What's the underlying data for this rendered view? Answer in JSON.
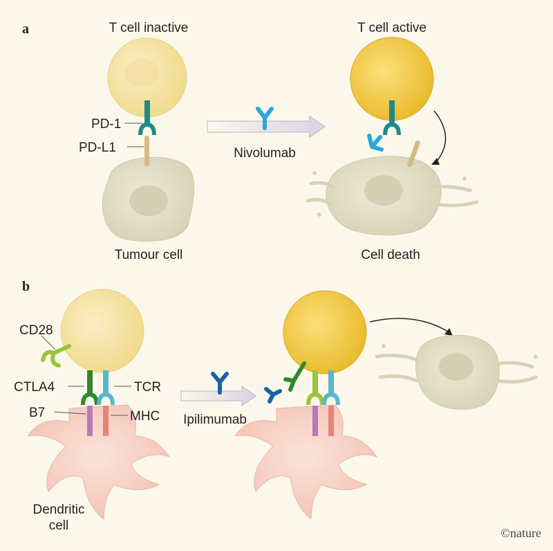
{
  "panels": {
    "a": {
      "label": "a",
      "t_cell_inactive": "T cell inactive",
      "t_cell_active": "T cell active",
      "pd1": "PD-1",
      "pdl1": "PD-L1",
      "drug": "Nivolumab",
      "tumour_cell": "Tumour cell",
      "cell_death": "Cell death"
    },
    "b": {
      "label": "b",
      "cd28": "CD28",
      "ctla4": "CTLA4",
      "tcr": "TCR",
      "b7": "B7",
      "mhc": "MHC",
      "drug": "Ipilimumab",
      "dendritic_line1": "Dendritic",
      "dendritic_line2": "cell"
    }
  },
  "logo": "©nature",
  "colors": {
    "background": "#fbf7ea",
    "t_cell_inactive": "#f8e7b0",
    "t_cell_active": "#f5cf45",
    "tumour": "#e7e1cb",
    "pd1": "#1f8a8a",
    "antibody_nivolumab": "#2aa7dc",
    "antibody_ipilimumab": "#1d5fa8",
    "ctla4": "#2f8a2f",
    "cd28": "#9cc43b",
    "b7": "#b77ab8",
    "mhc": "#e8837a",
    "dendritic": "#f7d7cc"
  }
}
